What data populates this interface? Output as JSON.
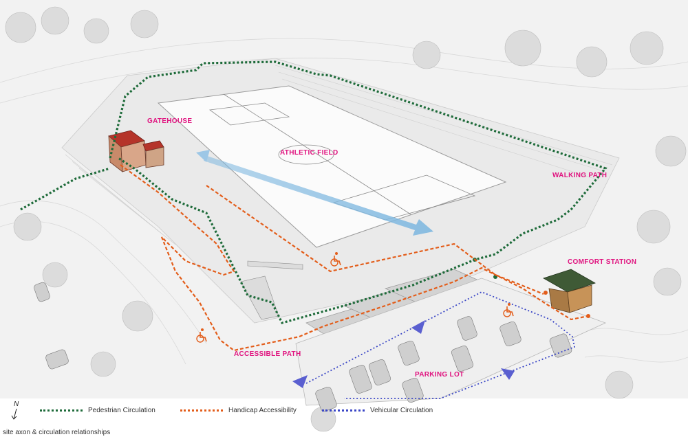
{
  "labels": {
    "gatehouse": "GATEHOUSE",
    "athletic_field": "ATHLETIC FIELD",
    "walking_path": "WALKING PATH",
    "comfort_station": "COMFORT STATION",
    "accessible_path": "ACCESSIBLE PATH",
    "parking_lot": "PARKING LOT"
  },
  "legend": {
    "pedestrian": "Pedestrian Circulation",
    "handicap": "Handicap Accessibility",
    "vehicular": "Vehicular Circulation"
  },
  "north_label": "N",
  "caption": "site axon & circulation relationships",
  "colors": {
    "pedestrian": "#1e6b3a",
    "handicap": "#e35d1a",
    "vehicular": "#3a46c6",
    "label": "#e0137f",
    "arrow": "#7fb8e0"
  }
}
